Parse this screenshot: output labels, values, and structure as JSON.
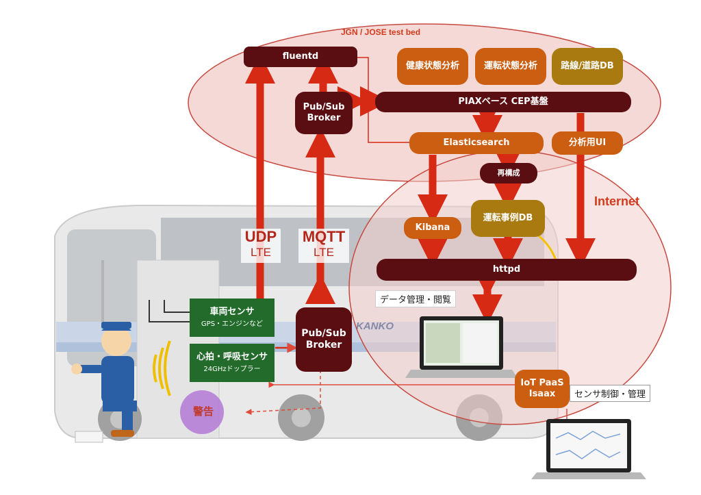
{
  "title": "JGN / JOSE test bed",
  "internet_label": "Internet",
  "nodes": {
    "fluentd": "fluentd",
    "pubsub_top": "Pub/Sub\nBroker",
    "health": "健康状態分析",
    "driving": "運転状態分析",
    "route_db": "路線/道路DB",
    "cep": "PIAXベース CEP基盤",
    "elastic": "Elasticsearch",
    "analysis_ui": "分析用UI",
    "restructure": "再構成",
    "kibana": "Kibana",
    "case_db": "運転事例DB",
    "httpd": "httpd",
    "pubsub_bus": "Pub/Sub\nBroker",
    "iot_paas": "IoT PaaS\nIsaax",
    "warning": "警告"
  },
  "protocols": {
    "udp": "UDP",
    "udp_sub": "LTE",
    "mqtt": "MQTT",
    "mqtt_sub": "LTE"
  },
  "sensors": {
    "vehicle": "車両センサ",
    "vehicle_sub": "GPS・エンジンなど",
    "vital": "心拍・呼吸センサ",
    "vital_sub": "24GHzドップラー"
  },
  "labels": {
    "data_mgmt": "データ管理・閲覧",
    "sensor_ctrl": "センサ制御・管理",
    "bus_logo": "KANKO"
  },
  "colors": {
    "dark": "#5a0e12",
    "orange": "#cc5e12",
    "olive": "#a87a10",
    "green": "#226b2b",
    "arrow": "#d62a14",
    "ellipse_fill": "#f3d0cc",
    "ellipse_stroke": "#c74a40",
    "internet_text": "#d23a1c"
  }
}
